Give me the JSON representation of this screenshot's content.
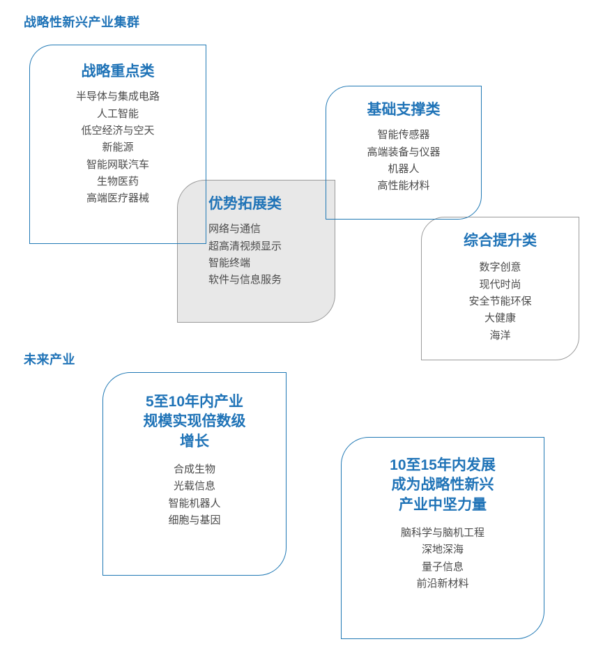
{
  "sections": [
    {
      "id": "strategic",
      "label": "战略性新兴产业集群"
    },
    {
      "id": "future",
      "label": "未来产业"
    }
  ],
  "cards": {
    "strategic_key": {
      "title": "战略重点类",
      "items": [
        "半导体与集成电路",
        "人工智能",
        "低空经济与空天",
        "新能源",
        "智能网联汽车",
        "生物医药",
        "高端医疗器械"
      ],
      "border_color": "#1f78b4",
      "title_color": "#1f73b7"
    },
    "basic_support": {
      "title": "基础支撑类",
      "items": [
        "智能传感器",
        "高端装备与仪器",
        "机器人",
        "高性能材料"
      ],
      "border_color": "#1f78b4",
      "title_color": "#1f73b7"
    },
    "advantage_expand": {
      "title": "优势拓展类",
      "items": [
        "网络与通信",
        "超高清视频显示",
        "智能终端",
        "软件与信息服务"
      ],
      "border_color": "#9a9a9a",
      "fill_color": "#e8e8e8",
      "title_color": "#1f73b7"
    },
    "comprehensive": {
      "title": "综合提升类",
      "items": [
        "数字创意",
        "现代时尚",
        "安全节能环保",
        "大健康",
        "海洋"
      ],
      "border_color": "#9a9a9a",
      "title_color": "#1f73b7"
    },
    "future_5_10": {
      "title": "5至10年内产业\n规模实现倍数级\n增长",
      "items": [
        "合成生物",
        "光载信息",
        "智能机器人",
        "细胞与基因"
      ],
      "border_color": "#1f78b4",
      "title_color": "#1f73b7"
    },
    "future_10_15": {
      "title": "10至15年内发展\n成为战略性新兴\n产业中坚力量",
      "items": [
        "脑科学与脑机工程",
        "深地深海",
        "量子信息",
        "前沿新材料"
      ],
      "border_color": "#1f78b4",
      "title_color": "#1f73b7"
    }
  }
}
